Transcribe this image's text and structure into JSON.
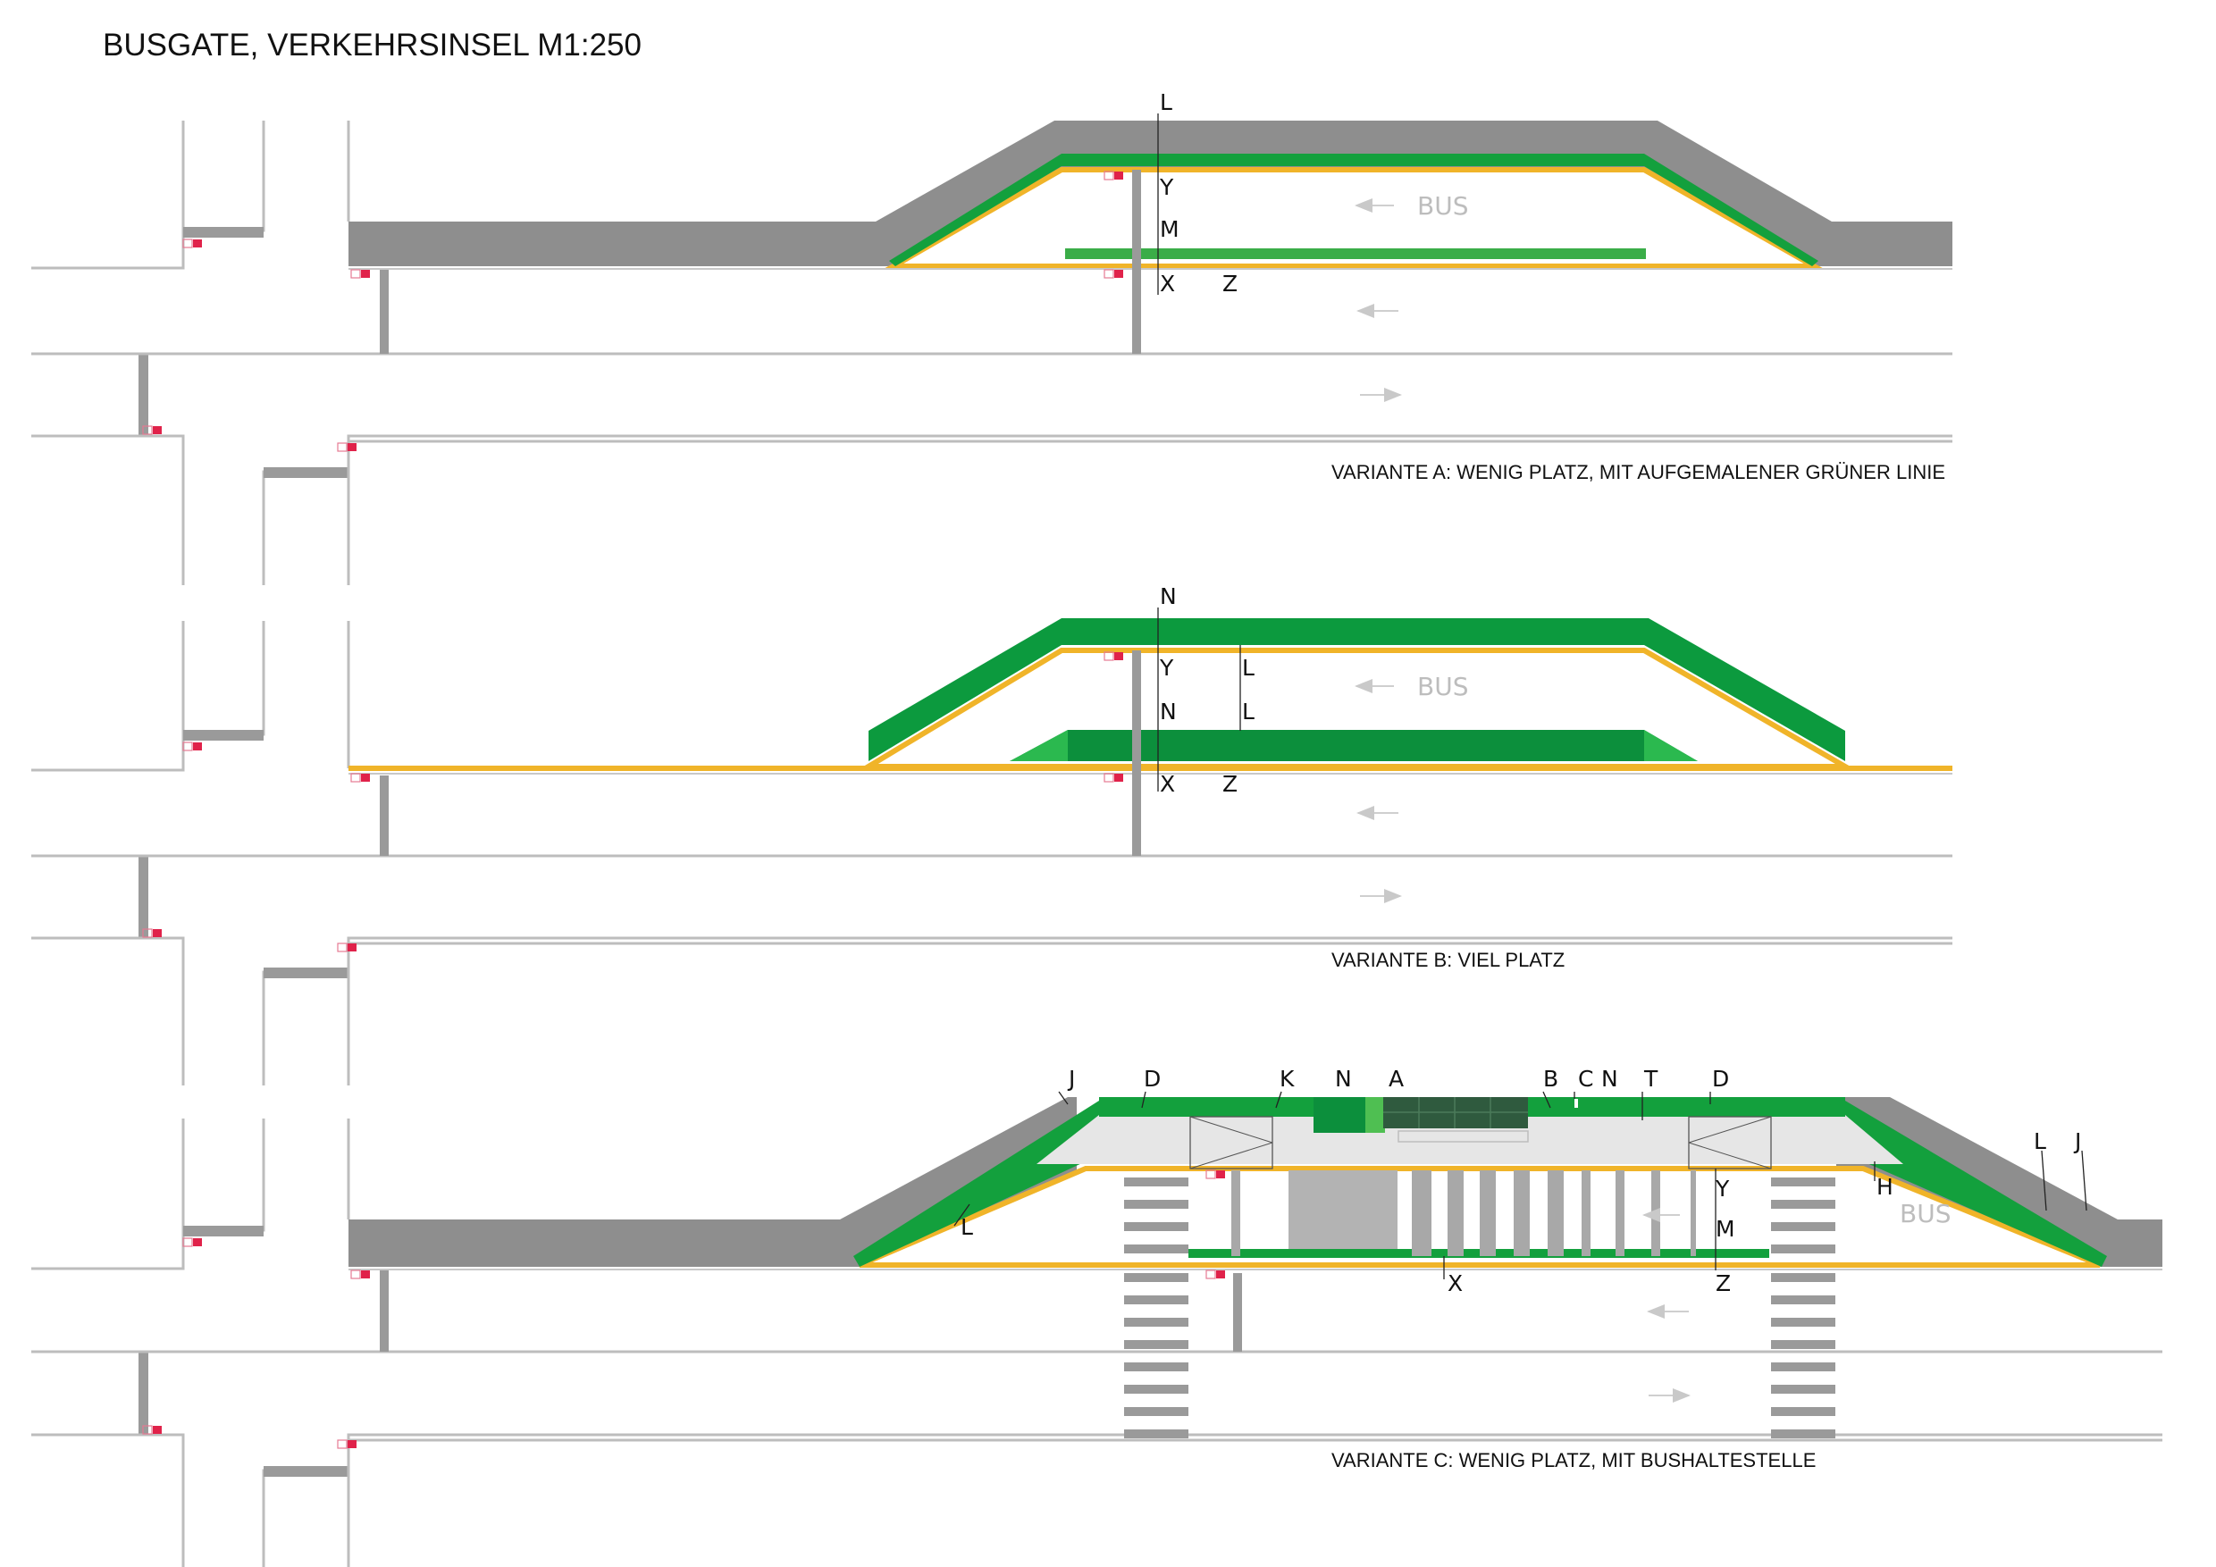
{
  "title": "BUSGATE, VERKEHRSINSEL M1:250",
  "colors": {
    "asphalt": "#8e8e8e",
    "green": "#13a03d",
    "green_dark": "#0c8f3c",
    "yellow": "#f0b429",
    "wall": "#bdbdbd",
    "bollard": "#e0224a"
  },
  "variants": [
    {
      "caption": "VARIANTE A: WENIG PLATZ, MIT AUFGEMALENER GRÜNER LINIE",
      "bus": "BUS",
      "labels": {
        "L": "L",
        "Y": "Y",
        "M": "M",
        "X": "X",
        "Z": "Z"
      }
    },
    {
      "caption": "VARIANTE B: VIEL PLATZ",
      "bus": "BUS",
      "labels": {
        "N1": "N",
        "Y": "Y",
        "L1": "L",
        "N2": "N",
        "L2": "L",
        "X": "X",
        "Z": "Z"
      }
    },
    {
      "caption": "VARIANTE C: WENIG PLATZ, MIT BUSHALTESTELLE",
      "bus": "BUS",
      "labels": {
        "J1": "J",
        "D1": "D",
        "K": "K",
        "N1": "N",
        "A": "A",
        "B": "B",
        "C": "C",
        "N2": "N",
        "T": "T",
        "D2": "D",
        "L1": "L",
        "J2": "J",
        "Y": "Y",
        "H": "H",
        "M": "M",
        "L2": "L",
        "X": "X",
        "Z": "Z"
      }
    }
  ]
}
